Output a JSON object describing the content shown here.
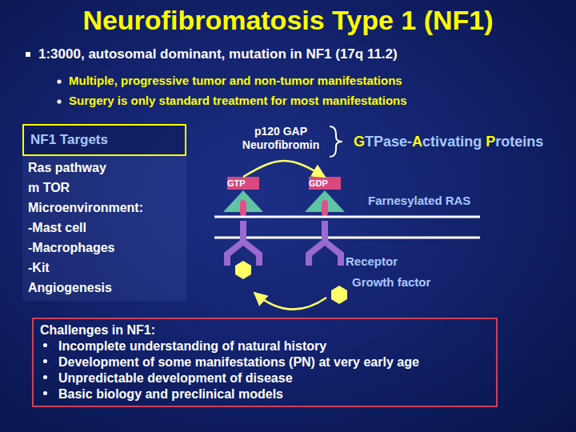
{
  "diagram": {
    "title": "Neurofibromatosis Type 1 (NF1)",
    "nodes": [
      {
        "text": [
          "NF1 Targets"
        ]
      },
      {
        "text": [
          "Ras pathway",
          "m TOR",
          "Microenvironment:",
          "-Mast cell",
          "-Macrophages",
          "-Kit",
          "Angiogenesis"
        ]
      },
      {
        "text": [
          "GTP"
        ]
      },
      {
        "text": [
          "GDP"
        ]
      },
      {
        "text": [
          "Challenges in NF1:",
          "Incomplete understanding of natural history",
          "Development of some manifestations (PN) at very early age",
          "Unpredictable development of disease",
          "Basic biology and preclinical models"
        ]
      }
    ],
    "edges": [
      {
        "from": 2,
        "to": 3,
        "arrow": "to"
      }
    ],
    "labels": [
      "1:3000, autosomal dominant, mutation in NF1 (17q 11.2)",
      "Multiple, progressive tumor and non-tumor manifestations",
      "Surgery is only standard treatment for most manifestations",
      "p120 GAP Neurofibromin",
      "GTPase-Activating Proteins",
      "Farnesylated RAS",
      "Receptor",
      "Growth factor"
    ]
  }
}
